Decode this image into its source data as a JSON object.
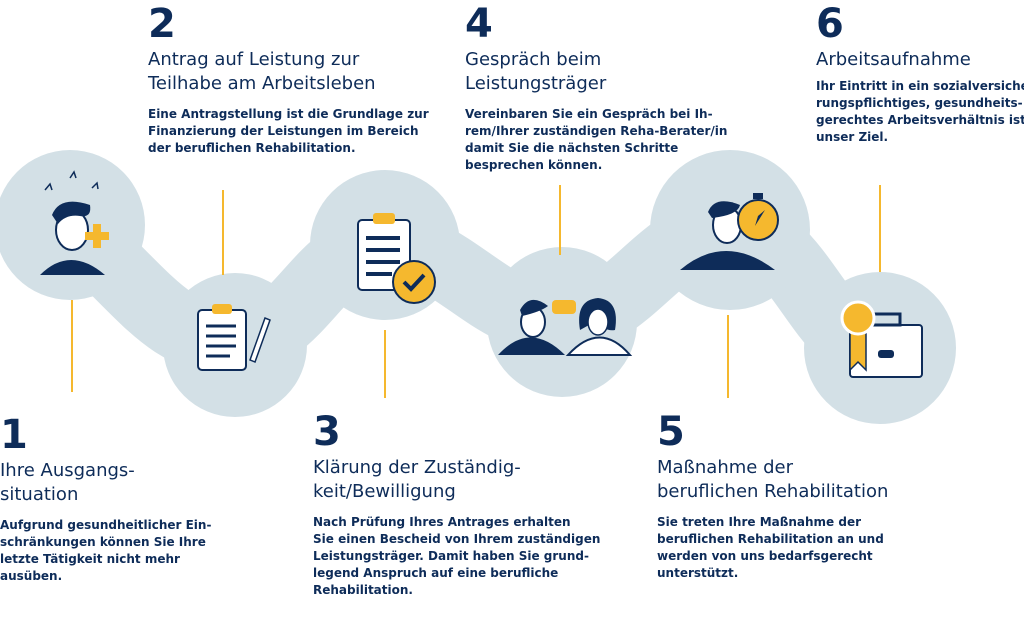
{
  "colors": {
    "navy": "#0e2c59",
    "circle": "#d3e0e6",
    "accent": "#f5b82e"
  },
  "steps": [
    {
      "number": "1",
      "title": [
        "Ihre Ausgangs-",
        "situation"
      ],
      "body": [
        "Aufgrund gesundheitlicher Ein-",
        "schränkungen können Sie Ihre",
        "letzte Tätigkeit nicht mehr",
        "ausüben."
      ],
      "icon": "stressed-person-medical-cross-icon"
    },
    {
      "number": "2",
      "title": [
        "Antrag auf Leistung zur",
        "Teilhabe am Arbeitsleben"
      ],
      "body": [
        "Eine Antragstellung ist die Grundlage zur",
        "Finanzierung der Leistungen im Bereich",
        "der beruflichen Rehabilitation."
      ],
      "icon": "clipboard-pen-icon"
    },
    {
      "number": "3",
      "title": [
        "Klärung der Zuständig-",
        "keit/Bewilligung"
      ],
      "body": [
        "Nach Prüfung Ihres Antrages erhalten",
        "Sie einen Bescheid von Ihrem zuständigen",
        "Leistungsträger. Damit haben Sie grund-",
        "legend Anspruch auf eine berufliche",
        "Rehabilitation."
      ],
      "icon": "clipboard-checkmark-icon"
    },
    {
      "number": "4",
      "title": [
        "Gespräch beim",
        "Leistungsträger"
      ],
      "body": [
        "Vereinbaren Sie ein Gespräch bei Ih-",
        "rem/Ihrer zuständigen Reha-Berater/in",
        "damit Sie die nächsten Schritte",
        "besprechen können."
      ],
      "icon": "conversation-icon"
    },
    {
      "number": "5",
      "title": [
        "Maßnahme der",
        "beruflichen Rehabilitation"
      ],
      "body": [
        "Sie treten Ihre Maßnahme der",
        "beruflichen Rehabilitation an und",
        "werden von uns bedarfsgerecht",
        "unterstützt."
      ],
      "icon": "person-stopwatch-icon"
    },
    {
      "number": "6",
      "title": [
        "Arbeitsaufnahme"
      ],
      "body": [
        "Ihr Eintritt in ein sozialversiche-",
        "rungspflichtiges, gesundheits-",
        "gerechtes Arbeitsverhältnis ist",
        "unser Ziel."
      ],
      "icon": "briefcase-award-icon"
    }
  ]
}
